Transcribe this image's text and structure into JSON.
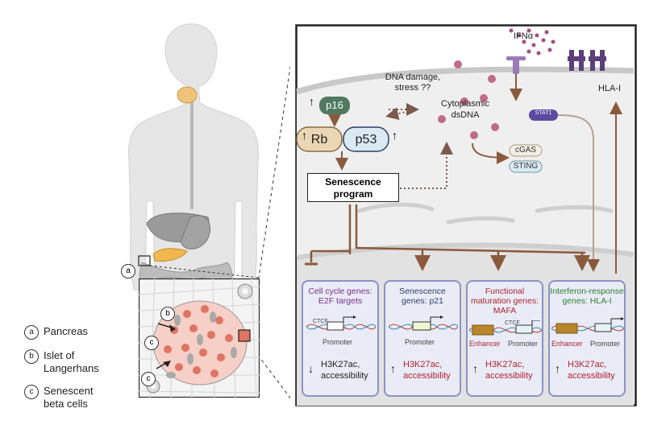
{
  "legend": {
    "a": {
      "mark": "a",
      "label": "Pancreas"
    },
    "b": {
      "mark": "b",
      "label": "Islet of Langerhans"
    },
    "c": {
      "mark": "c",
      "label": "Senescent beta cells"
    }
  },
  "markers": {
    "a": "a",
    "b": "b",
    "c1": "c",
    "c2": "c"
  },
  "cell": {
    "ifn": "IFNα",
    "hla_top": "HLA-I",
    "dna_damage": "DNA damage, stress ??",
    "cyto_dsdna": "Cytoplasmic dsDNA",
    "stat1": "STAT1",
    "cgas": "cGAS",
    "sting": "STING",
    "p16": "p16",
    "rb": "Rb",
    "p53": "p53",
    "senescence_program": "Senescence program"
  },
  "panels": [
    {
      "title": "Cell cycle genes: E2F targets",
      "title_color": "#7b2c8f",
      "dna_label_1": "CTCF",
      "dna_label_2": "Promoter",
      "mark": "↓",
      "effect": "H3K27ac, accessibility",
      "effect_color": "#222222"
    },
    {
      "title": "Senescence genes: p21",
      "title_color": "#2a3f6b",
      "dna_label_1": "",
      "dna_label_2": "Promoter",
      "mark": "↑",
      "effect": "H3K27ac, accessibility",
      "effect_color": "#b21f2d"
    },
    {
      "title": "Functional maturation genes: MAFA",
      "title_color": "#b21f2d",
      "dna_label_1": "Enhancer",
      "dna_label_2": "Promoter",
      "dna_label_ctcf": "CTCF",
      "mark": "↑",
      "effect": "H3K27ac, accessibility",
      "effect_color": "#b21f2d"
    },
    {
      "title": "Interferon-response genes: HLA-I",
      "title_color": "#2e7d32",
      "dna_label_1": "Enhancer",
      "dna_label_2": "Promoter",
      "mark": "↑",
      "effect": "H3K27ac, accessibility",
      "effect_color": "#b21f2d"
    }
  ],
  "colors": {
    "frame": "#222222",
    "arrow": "#8b5a3c",
    "panel_border": "#8b93c6",
    "panel_bg": "#e9ecf6",
    "cell_bg": "#efefef"
  }
}
